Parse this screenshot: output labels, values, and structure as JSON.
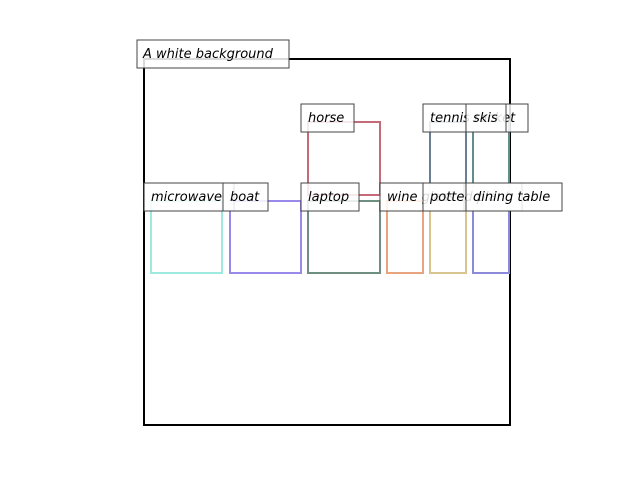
{
  "scene": {
    "caption": "A white background",
    "boxes": [
      {
        "label": "horse",
        "color": "#c46a78"
      },
      {
        "label": "tennis racket",
        "color": "#6a7f96"
      },
      {
        "label": "skis",
        "color": "#5f8f88"
      },
      {
        "label": "microwave",
        "color": "#9eeadf"
      },
      {
        "label": "boat",
        "color": "#9a88ea"
      },
      {
        "label": "laptop",
        "color": "#6f8f80"
      },
      {
        "label": "wine glass",
        "color": "#e8a47c"
      },
      {
        "label": "potted plant",
        "color": "#d8c48c"
      },
      {
        "label": "dining table",
        "color": "#8c8ad8"
      }
    ]
  }
}
